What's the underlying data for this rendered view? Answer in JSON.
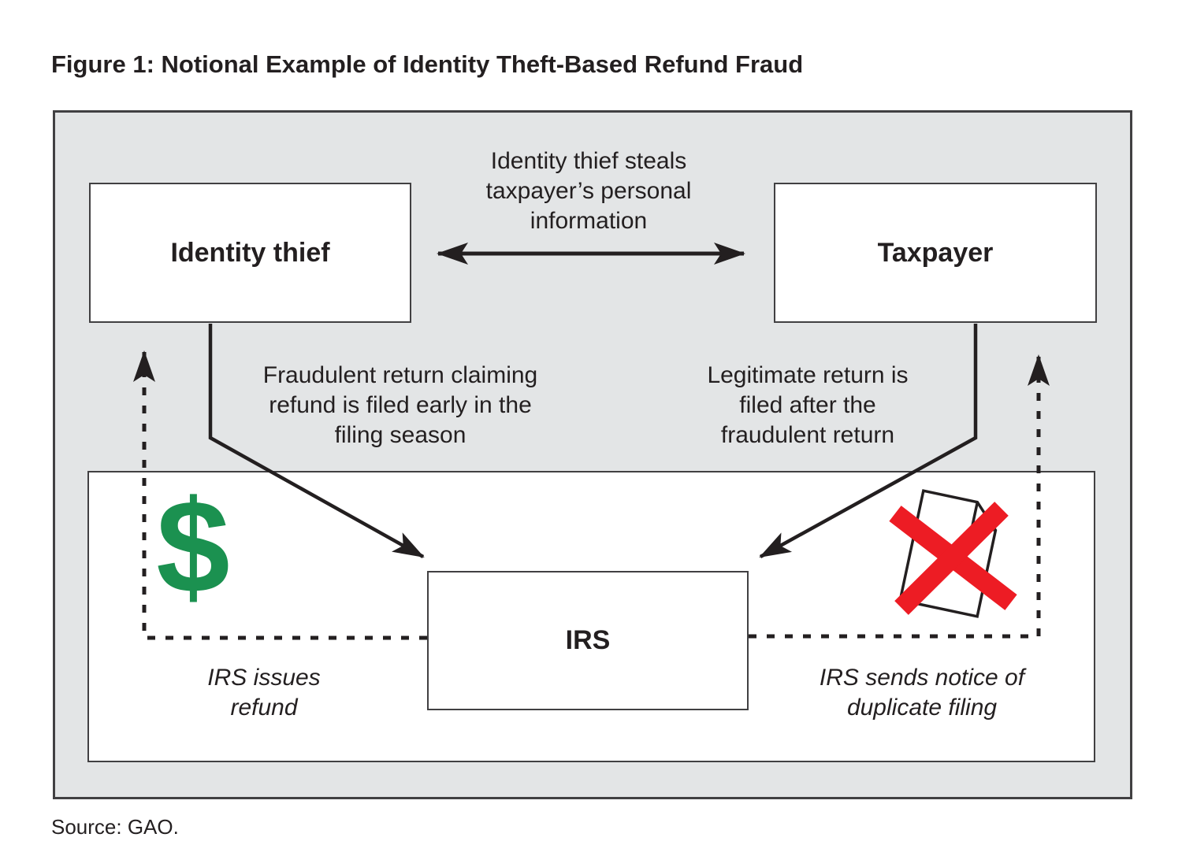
{
  "figure": {
    "title": "Figure 1: Notional Example of Identity Theft-Based Refund Fraud",
    "source": "Source: GAO."
  },
  "nodes": {
    "identity_thief": {
      "label": "Identity thief"
    },
    "taxpayer": {
      "label": "Taxpayer"
    },
    "irs": {
      "label": "IRS"
    }
  },
  "annotations": {
    "steal": "Identity thief steals\ntaxpayer’s personal\ninformation",
    "fraudulent": "Fraudulent return claiming\nrefund is filed early in the\nfiling season",
    "legitimate": "Legitimate return is\nfiled after the\nfraudulent return",
    "refund": "IRS issues\nrefund",
    "duplicate": "IRS sends notice of\nduplicate filing"
  },
  "icons": {
    "dollar": "$",
    "dollar_icon": "dollar-sign-icon",
    "rejected_document_icon": "rejected-document-icon"
  },
  "colors": {
    "dollar_green": "#1b9150",
    "cross_red": "#ed1c24",
    "diagram_bg": "#e3e5e6",
    "line_black": "#231f20",
    "border_gray": "#414042"
  }
}
